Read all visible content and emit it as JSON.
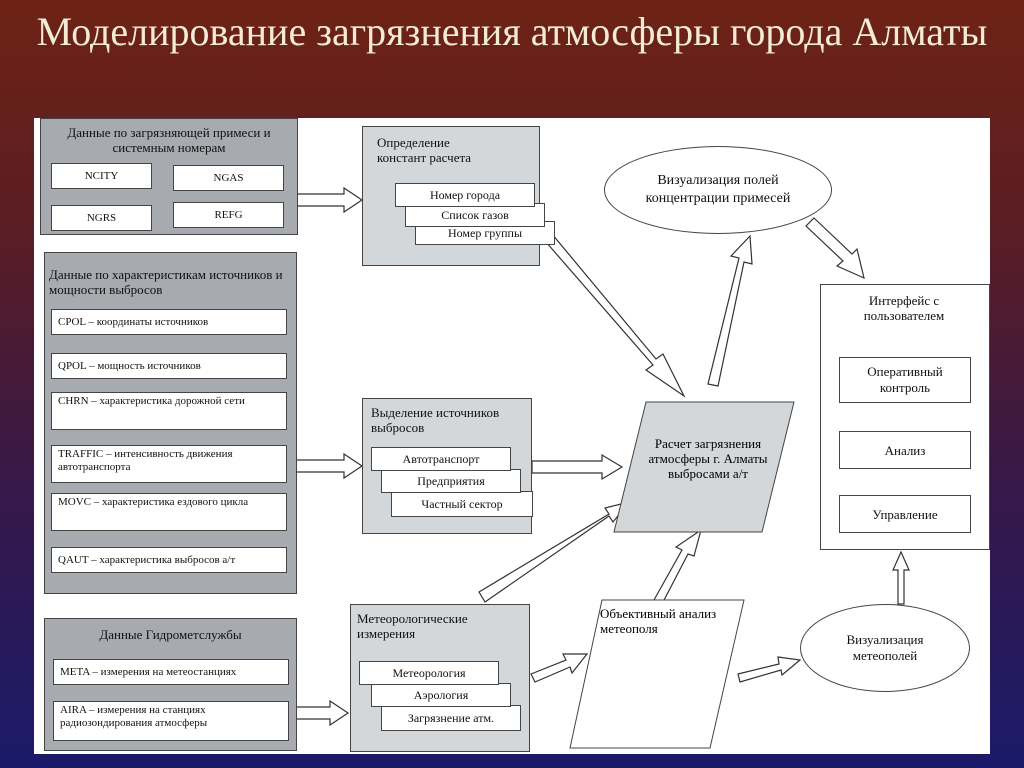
{
  "title": "Моделирование загрязнения атмосферы города Алматы",
  "group1": {
    "header": "Данные  по загрязняющей примеси и системным номерам",
    "items": [
      "NCITY",
      "NGAS",
      "NGRS",
      "REFG"
    ]
  },
  "constants": {
    "header": "Определение констант расчета",
    "items": [
      "Номер города",
      "Список газов",
      "Номер группы"
    ]
  },
  "visualization": "Визуализация полей концентрации примесей",
  "interface": {
    "header": "Интерфейс с пользователем",
    "items": [
      "Оперативный контроль",
      "Анализ",
      "Управление"
    ]
  },
  "group2": {
    "header": "Данные по характеристикам источников  и мощности выбросов",
    "items": [
      "CPOL – координаты источников",
      "QPOL – мощность источников",
      "CHRN – характеристика дорожной сети",
      "TRAFFIC – интенсивность движения автотранспорта",
      "MOVC – характеристика ездового цикла",
      "QAUT – характеристика выбросов а/т"
    ]
  },
  "sources": {
    "header": "Выделение источников выбросов",
    "items": [
      "Автотранспорт",
      "Предприятия",
      "Частный сектор"
    ]
  },
  "calc": "Расчет загрязнения атмосферы г. Алматы выбросами а/т",
  "group3": {
    "header": "Данные Гидрометслужбы",
    "items": [
      "META – измерения на метеостанциях",
      "AIRA – измерения на станциях радиозондирования атмосферы"
    ]
  },
  "meteo": {
    "header": "Метеорологические измерения",
    "items": [
      "Метеорология",
      "Аэрология",
      "Загрязнение атм."
    ]
  },
  "objective": "Объективный анализ метеополя",
  "meteo_vis": "Визуализация метеополей"
}
